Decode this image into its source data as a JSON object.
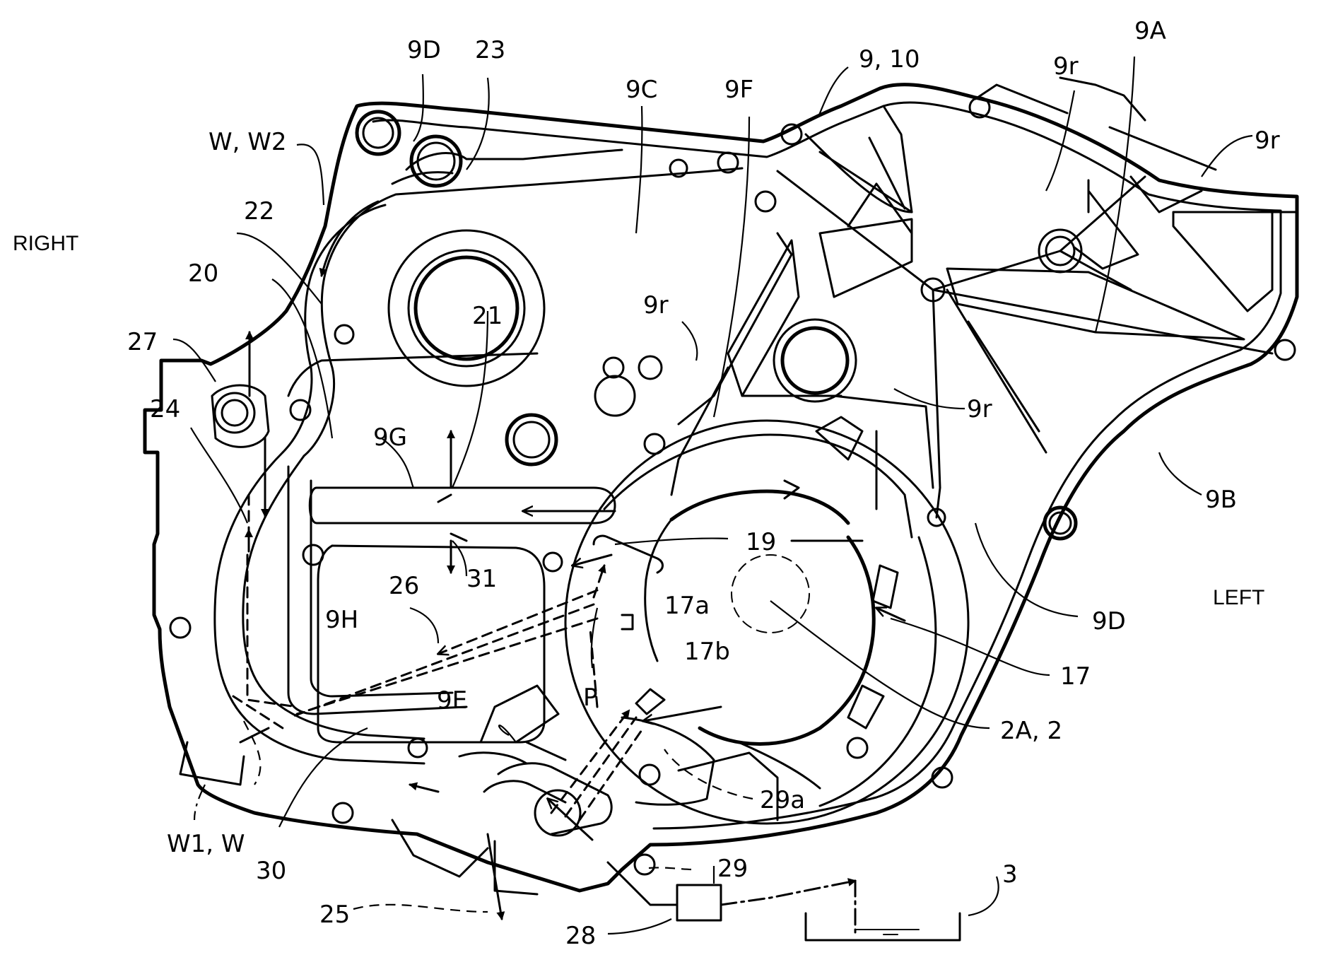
{
  "labels": {
    "right": "RIGHT",
    "left": "LEFT",
    "r_9d_top": "9D",
    "r_23": "23",
    "r_9c": "9C",
    "r_9f": "9F",
    "r_9_10": "9, 10",
    "r_9r_top": "9r",
    "r_9a": "9A",
    "r_9r_topright": "9r",
    "r_w_w2": "W, W2",
    "r_22": "22",
    "r_20": "20",
    "r_21": "21",
    "r_9r_mid": "9r",
    "r_9r_right": "9r",
    "r_27": "27",
    "r_24": "24",
    "r_9g": "9G",
    "r_9b": "9B",
    "r_19": "19",
    "r_31": "31",
    "r_26": "26",
    "r_9h": "9H",
    "r_17a": "17a",
    "r_17b": "17b",
    "r_9d_right": "9D",
    "r_17": "17",
    "r_p": "P",
    "r_9e": "9E",
    "r_2a_2": "2A, 2",
    "r_29a": "29a",
    "r_w1_w": "W1, W",
    "r_30": "30",
    "r_29": "29",
    "r_3": "3",
    "r_25": "25",
    "r_28": "28"
  }
}
